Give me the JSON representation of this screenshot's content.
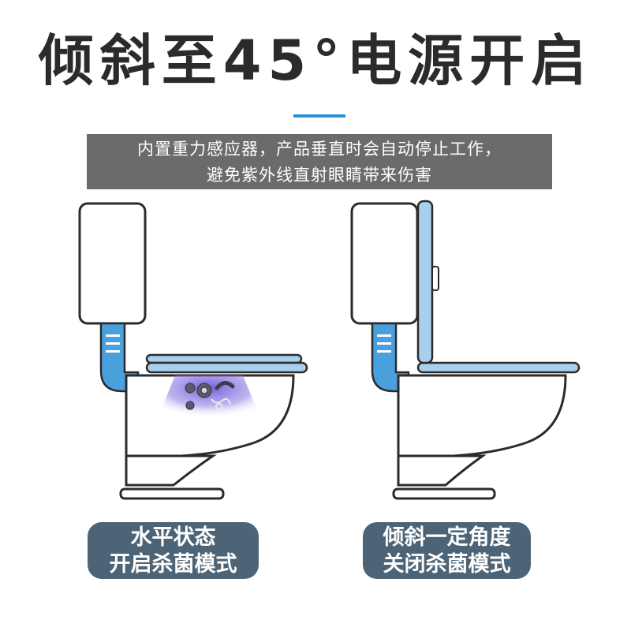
{
  "headline": "倾斜至45°电源开启",
  "notice": {
    "line1": "内置重力感应器，产品垂直时会自动停止工作，",
    "line2": "避免紫外线直射眼睛带来伤害"
  },
  "modes": [
    {
      "line1": "水平状态",
      "line2": "开启杀菌模式"
    },
    {
      "line1": "倾斜一定角度",
      "line2": "关闭杀菌模式"
    }
  ],
  "colors": {
    "accent": "#2b8fd0",
    "pipe": "#4a9fdd",
    "seat": "#a8d0ec",
    "uv": "#7a68d8",
    "badge": "#4d6476",
    "notice_bg": "#6b6b6b"
  }
}
